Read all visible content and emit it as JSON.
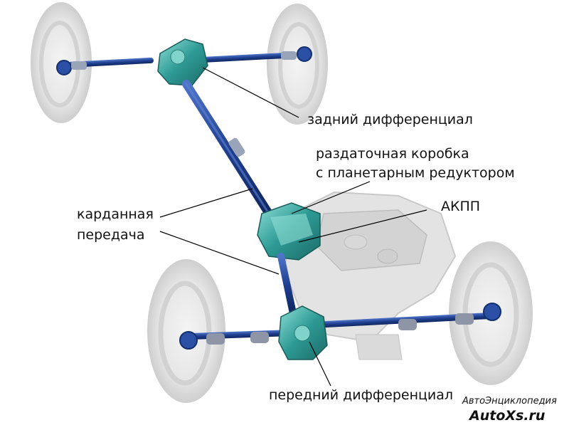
{
  "labels": {
    "rear_diff": "задний дифференциал",
    "transfer_case_line1": "раздаточная коробка",
    "transfer_case_line2": "с планетарным редуктором",
    "transmission": "АКПП",
    "driveshaft_line1": "карданная",
    "driveshaft_line2": "передача",
    "front_diff": "передний дифференциал"
  },
  "watermark": {
    "line1": "АвтоЭнциклопедия",
    "line2": "AutoXs.ru"
  },
  "colors": {
    "shaft": "#1f3f8f",
    "shaft_highlight": "#4f74c8",
    "diff_housing": "#2e9a95",
    "diff_highlight": "#7fd3cb",
    "tire": "#e4e4e4",
    "tire_edge": "#cfcfcf",
    "engine": "#d8d8d8",
    "leader_line": "#000000"
  }
}
